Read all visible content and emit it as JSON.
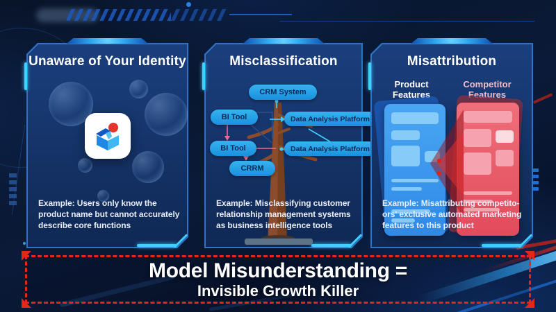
{
  "panels": [
    {
      "title": "Unaware of Your Identity",
      "example": "Example: Users only know the product name but cannot accurately describe core functions"
    },
    {
      "title": "Misclassification",
      "example": "Example: Misclassifying customer relationship management systems as business intelligence tools",
      "nodes": {
        "root": "CRM System",
        "bi_top": "BI Tool",
        "dap_top": "Data Analysis Platform",
        "bi_mid": "BI Tool",
        "dap_mid": "Data Analysis Platform",
        "crrm": "CRRM"
      }
    },
    {
      "title": "Misattribution",
      "example": "Example: Misattributing competito-ors' exclusive automated marketing features to this product",
      "left_label": "Product Features",
      "right_label": "Competitor Features"
    }
  ],
  "banner": {
    "line1": "Model Misunderstanding =",
    "line2": "Invisible Growth Killer"
  },
  "colors": {
    "panel_border": "#2f74c4",
    "accent_cyan": "#3ed0ff",
    "pill_blue": "#2aa9ea",
    "link_pink": "#f06a92",
    "tree_brown": "#8a4c2c",
    "card_blue": "#3f9bf0",
    "card_red": "#e85a66",
    "competitor_label_pink": "#f4bccb",
    "banner_red": "#e52718"
  }
}
